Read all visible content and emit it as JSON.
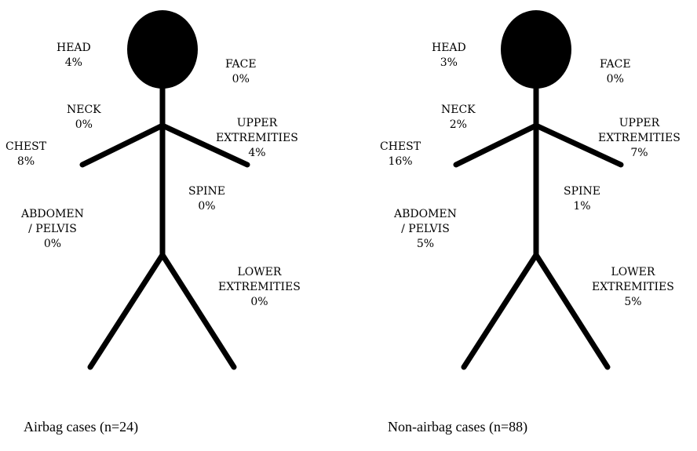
{
  "figures": [
    {
      "caption": "Airbag cases (n=24)",
      "regions": {
        "head": {
          "name": "HEAD",
          "pct": "4%"
        },
        "face": {
          "name": "FACE",
          "pct": "0%"
        },
        "neck": {
          "name": "NECK",
          "pct": "0%"
        },
        "upper": {
          "line1": "UPPER",
          "line2": "EXTREMITIES",
          "pct": "4%"
        },
        "chest": {
          "name": "CHEST",
          "pct": "8%"
        },
        "spine": {
          "name": "SPINE",
          "pct": "0%"
        },
        "abdomen": {
          "line1": "ABDOMEN",
          "line2": "/ PELVIS",
          "pct": "0%"
        },
        "lower": {
          "line1": "LOWER",
          "line2": "EXTREMITIES",
          "pct": "0%"
        }
      }
    },
    {
      "caption": "Non-airbag cases (n=88)",
      "regions": {
        "head": {
          "name": "HEAD",
          "pct": "3%"
        },
        "face": {
          "name": "FACE",
          "pct": "0%"
        },
        "neck": {
          "name": "NECK",
          "pct": "2%"
        },
        "upper": {
          "line1": "UPPER",
          "line2": "EXTREMITIES",
          "pct": "7%"
        },
        "chest": {
          "name": "CHEST",
          "pct": "16%"
        },
        "spine": {
          "name": "SPINE",
          "pct": "1%"
        },
        "abdomen": {
          "line1": "ABDOMEN",
          "line2": "/ PELVIS",
          "pct": "5%"
        },
        "lower": {
          "line1": "LOWER",
          "line2": "EXTREMITIES",
          "pct": "5%"
        }
      }
    }
  ]
}
